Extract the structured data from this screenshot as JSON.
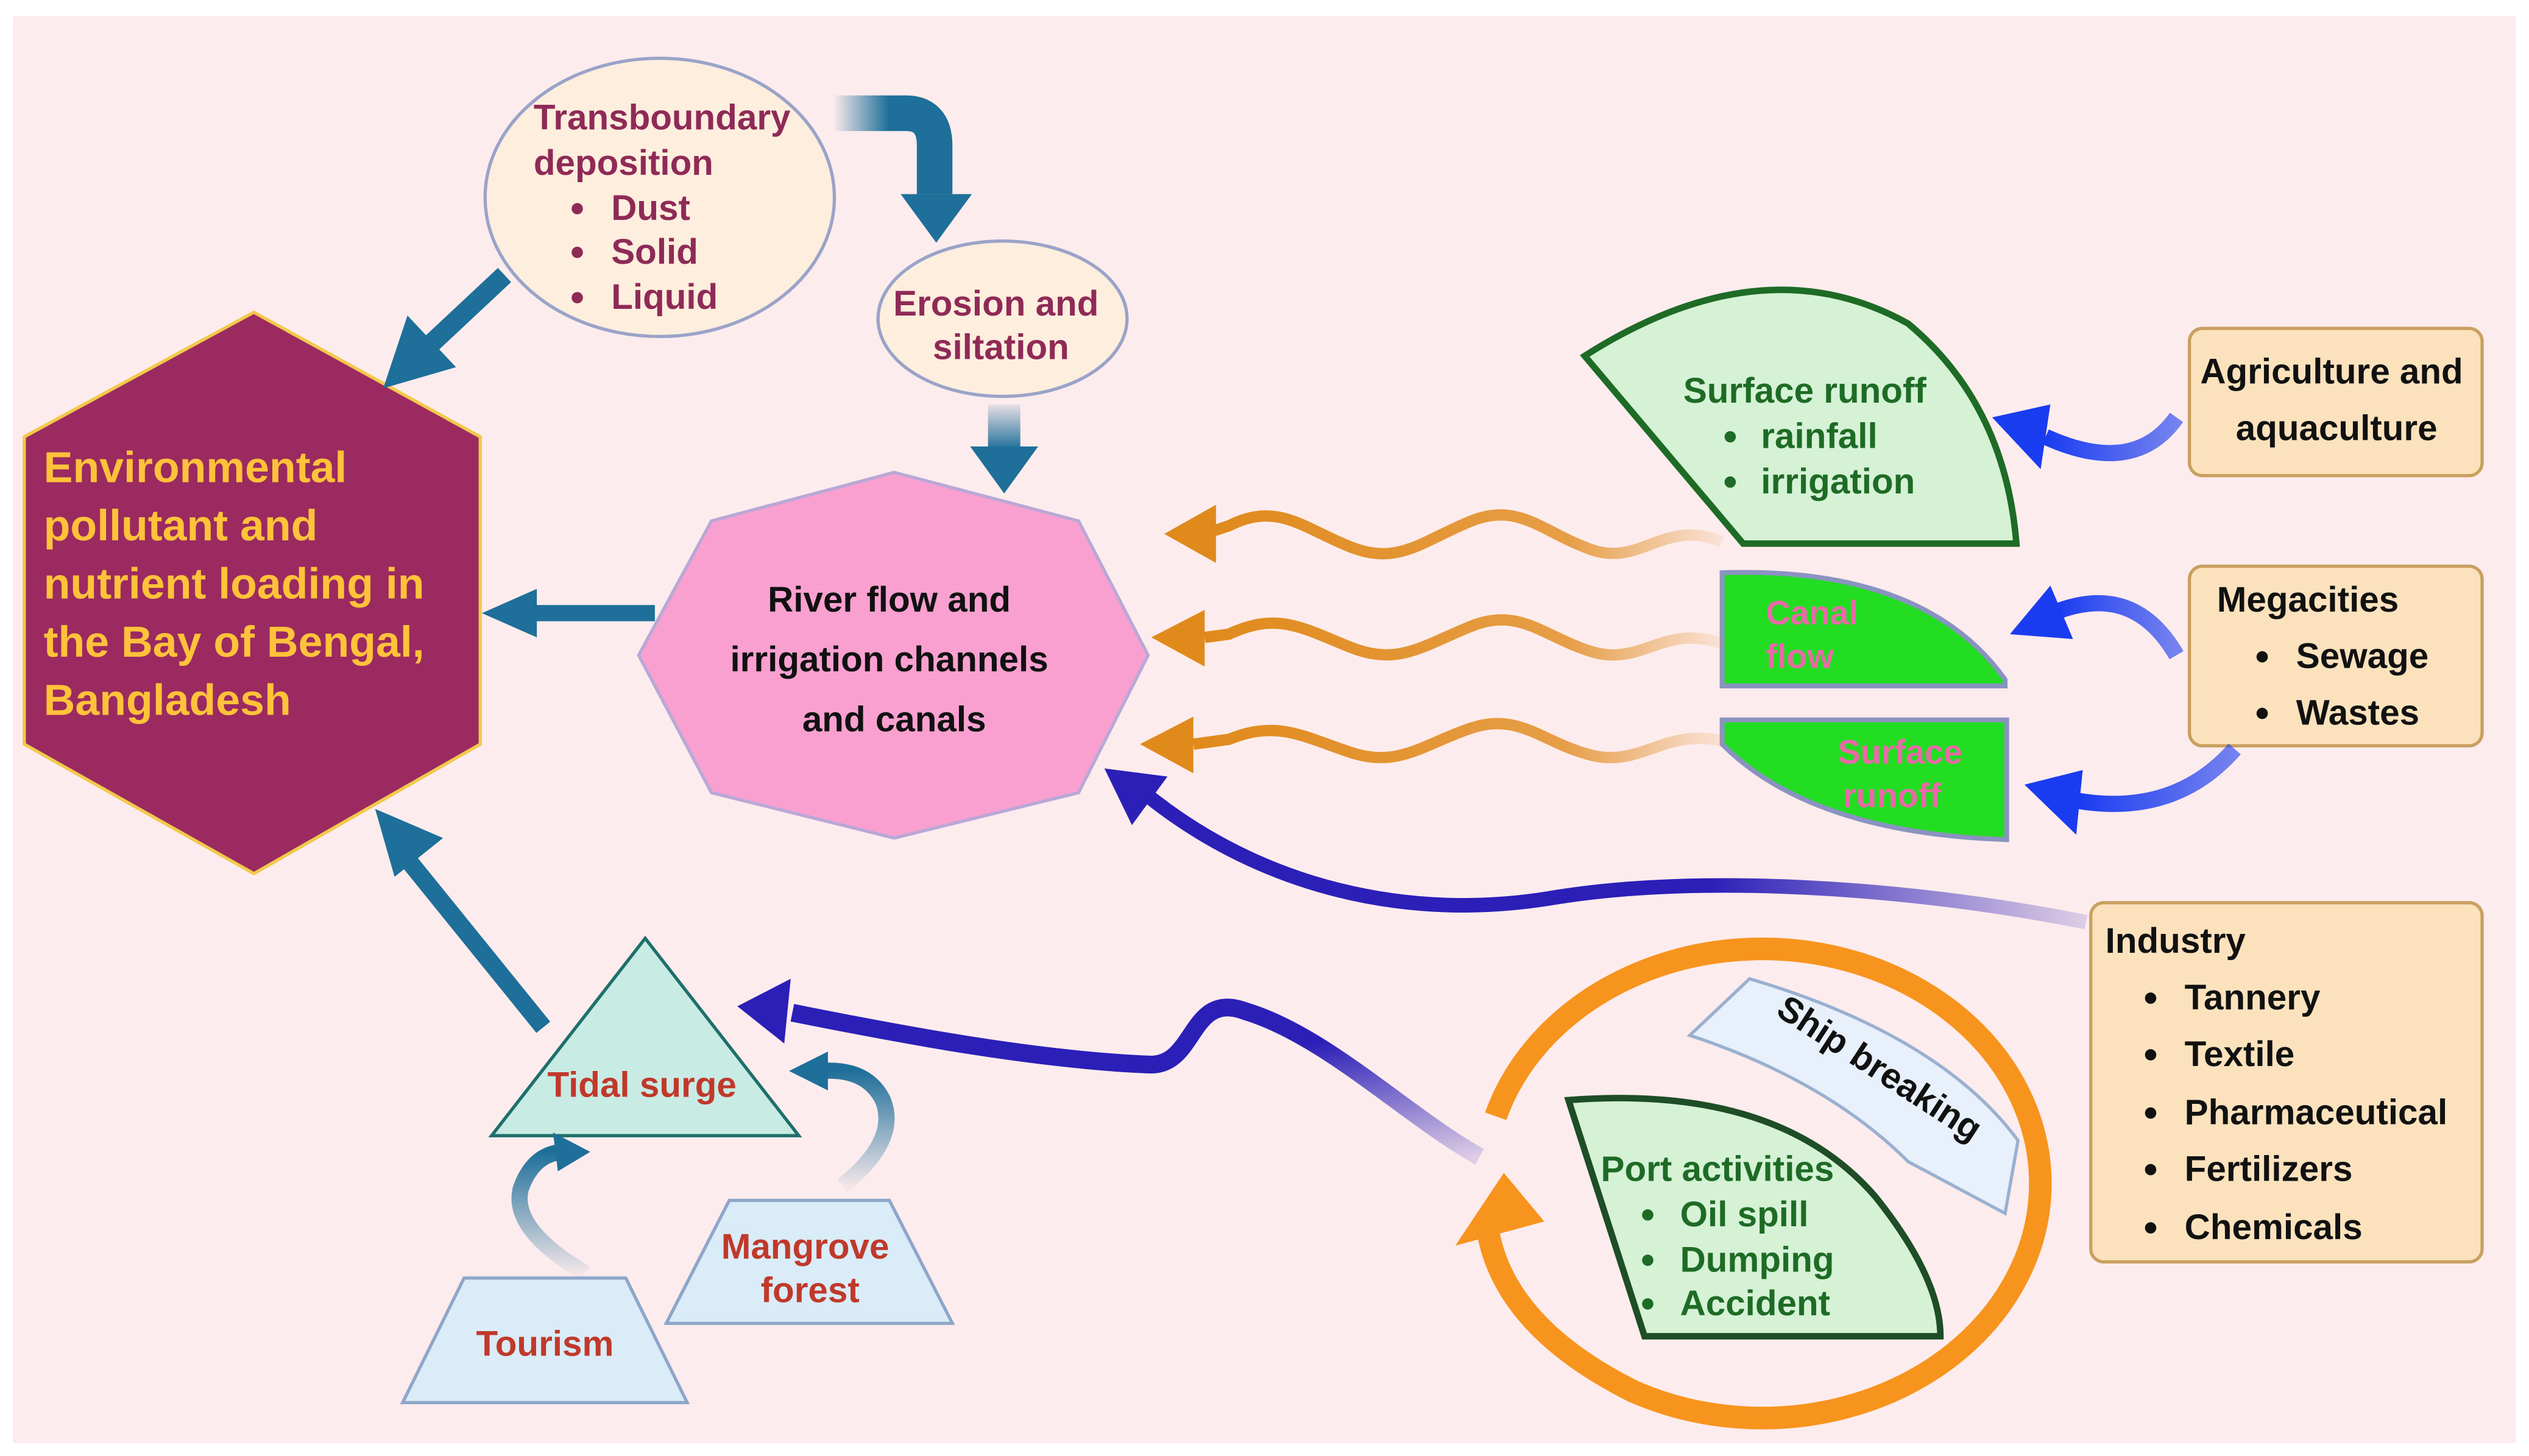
{
  "colors": {
    "background": "#fdeced",
    "hexagon_fill": "#9b2a60",
    "hexagon_text": "#ffc23a",
    "maroon_text": "#8f2a57",
    "green_text": "#1e6b26",
    "dark_text": "#111111",
    "red_text": "#c0392b",
    "orange": "#f7941d",
    "dark_blue": "#2b1fb8",
    "teal_arrow": "#1e6f99",
    "bright_green": "#22dd22"
  },
  "central": {
    "lines": [
      "Environmental",
      "pollutant and",
      "nutrient loading in",
      "the Bay of Bengal,",
      "Bangladesh"
    ]
  },
  "transboundary": {
    "title_lines": [
      "Transboundary",
      "deposition"
    ],
    "items": [
      "Dust",
      "Solid",
      "Liquid"
    ]
  },
  "erosion": {
    "lines": [
      "Erosion and",
      "siltation"
    ]
  },
  "river": {
    "lines": [
      "River flow and",
      "irrigation channels",
      "and canals"
    ]
  },
  "surface_runoff_1": {
    "title": "Surface runoff",
    "items": [
      "rainfall",
      "irrigation"
    ]
  },
  "canal_flow": {
    "lines": [
      "Canal",
      "flow"
    ]
  },
  "surface_runoff_2": {
    "lines": [
      "Surface",
      "runoff"
    ]
  },
  "agriculture": {
    "lines": [
      "Agriculture and",
      "aquaculture"
    ]
  },
  "megacities": {
    "title": "Megacities",
    "items": [
      "Sewage",
      "Wastes"
    ]
  },
  "industry": {
    "title": "Industry",
    "items": [
      "Tannery",
      "Textile",
      "Pharmaceutical",
      "Fertilizers",
      "Chemicals"
    ]
  },
  "tidal_surge": {
    "label": "Tidal surge"
  },
  "mangrove": {
    "lines": [
      "Mangrove",
      "forest"
    ]
  },
  "tourism": {
    "label": "Tourism"
  },
  "ship_breaking": {
    "label": "Ship breaking"
  },
  "port_activities": {
    "title": "Port activities",
    "items": [
      "Oil spill",
      "Dumping",
      "Accident"
    ]
  }
}
